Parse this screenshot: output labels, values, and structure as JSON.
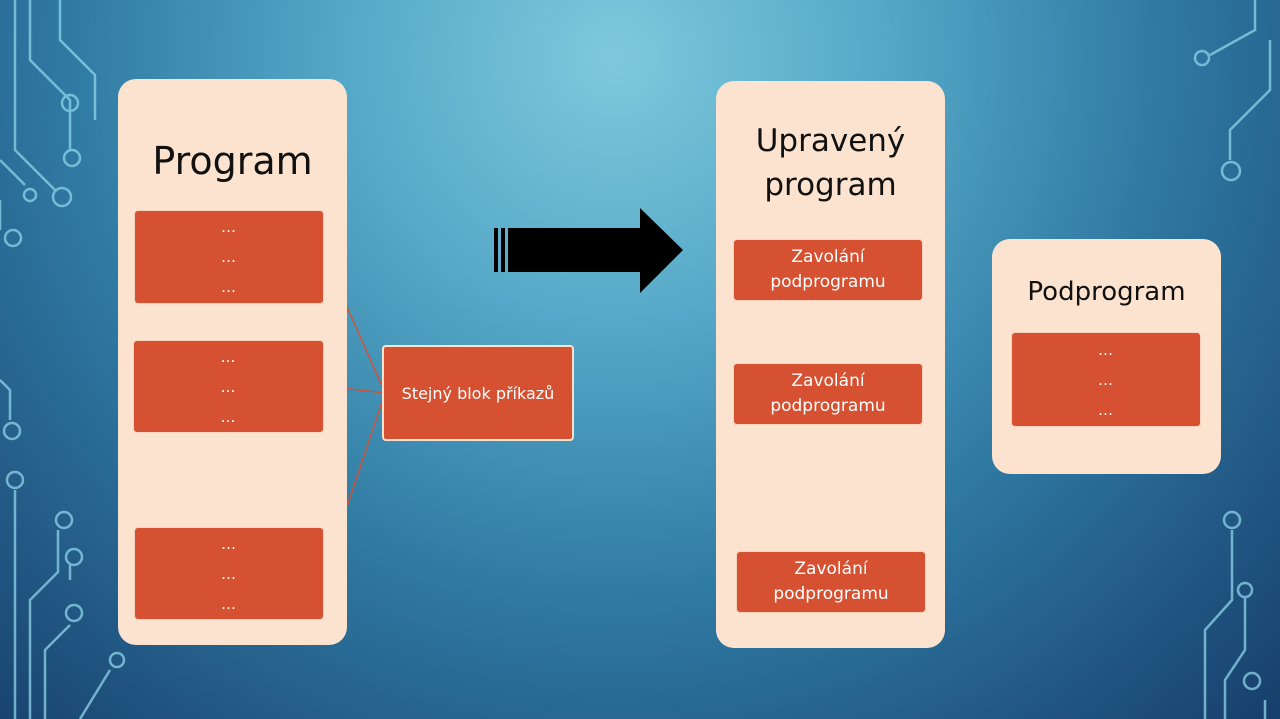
{
  "program": {
    "title": "Program",
    "blocks": [
      [
        "…",
        "…",
        "…"
      ],
      [
        "…",
        "…",
        "…"
      ],
      [
        "…",
        "…",
        "…"
      ]
    ]
  },
  "same_block": {
    "label": "Stejný blok příkazů"
  },
  "modified_program": {
    "title_line1": "Upravený",
    "title_line2": "program",
    "calls": [
      {
        "line1": "Zavolání",
        "line2": "podprogramu"
      },
      {
        "line1": "Zavolání",
        "line2": "podprogramu"
      },
      {
        "line1": "Zavolání",
        "line2": "podprogramu"
      }
    ]
  },
  "subprogram": {
    "title": "Podprogram",
    "block": [
      "…",
      "…",
      "…"
    ]
  },
  "colors": {
    "panel": "#fbe3cf",
    "block": "#d65131",
    "connector": "#c9553a",
    "arrow": "#000000"
  }
}
